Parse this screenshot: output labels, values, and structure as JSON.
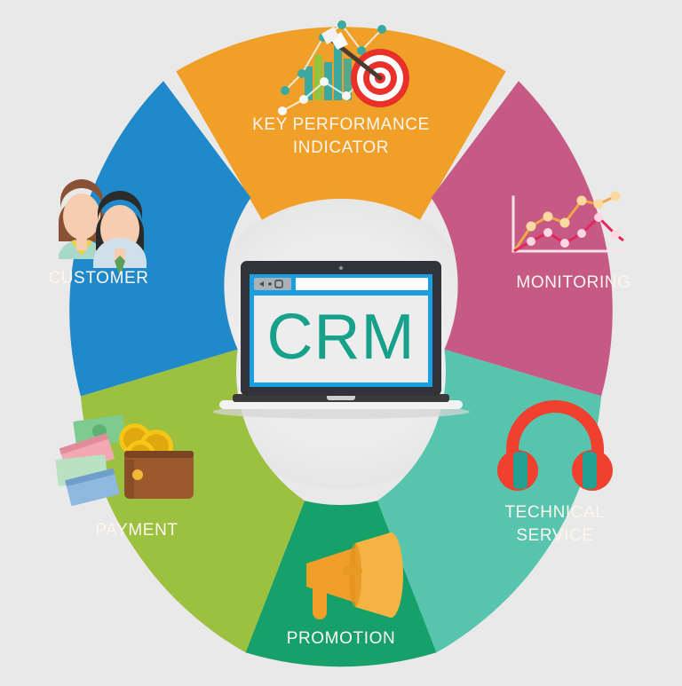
{
  "diagram": {
    "title": "CRM",
    "center": {
      "device": "laptop",
      "screen_text": "CRM",
      "screen_text_color": "#17a08a",
      "browser_chrome_color": "#1b9ede",
      "toolbar_icons": [
        "back-arrow-icon",
        "dot-icon",
        "refresh-icon"
      ]
    },
    "background_color": "#e9e9e9",
    "inner_circle_color": "#ececec",
    "label_color": "#fdf6ef",
    "segments": [
      {
        "id": "key-performance-indicator",
        "label_lines": [
          "KEY PERFORMANCE",
          "INDICATOR"
        ],
        "color": "#f0a028",
        "icon": "target-dartboard-with-arrow-and-bar-chart-icon",
        "icon_colors": {
          "target_red": "#e8312a",
          "target_white": "#ffffff",
          "bars_teal": "#3aa9a0",
          "bars_green": "#8cc63f",
          "line_dots": "#f4f4f4",
          "arrow_shaft": "#4a3c33"
        }
      },
      {
        "id": "monitoring",
        "label_lines": [
          "MONITORING"
        ],
        "color": "#c65a85",
        "icon": "line-chart-icon",
        "icon_colors": {
          "axis": "#f6e3ea",
          "series_1": "#f0a94a",
          "series_1_marker": "#fcd9a0",
          "series_2": "#e0275f",
          "series_2_marker": "#ffd6e2"
        }
      },
      {
        "id": "technical-service",
        "label_lines": [
          "TECHNICAL",
          "SERVICE"
        ],
        "color": "#57c4ae",
        "icon": "headphones-icon",
        "icon_colors": {
          "band": "#f0402e",
          "cup_outer": "#f0402e",
          "cup_pad": "#22a192"
        }
      },
      {
        "id": "promotion",
        "label_lines": [
          "PROMOTION"
        ],
        "color": "#17a06a",
        "icon": "megaphone-icon",
        "icon_colors": {
          "horn": "#f0a028",
          "horn_light": "#f5b344",
          "horn_shade": "#e08f1c"
        }
      },
      {
        "id": "payment",
        "label_lines": [
          "PAYMENT"
        ],
        "color": "#9cc03f",
        "icon": "wallet-with-money-and-coins-icon",
        "icon_colors": {
          "wallet": "#9a5a2c",
          "wallet_dark": "#7c4522",
          "coin": "#f5c518",
          "coin_dark": "#e0a80e",
          "bill_green": "#7ecb8f",
          "bill_pink": "#f2a9b4",
          "bill_blue": "#8fb8e0"
        }
      },
      {
        "id": "customer",
        "label_lines": [
          "CUSTOMER"
        ],
        "color": "#2089c9",
        "icon": "two-people-icon",
        "icon_colors": {
          "hair_woman": "#8a5234",
          "hair_man": "#2b2b2b",
          "skin": "#f6cdb0",
          "shirt_woman": "#a8d8c8",
          "shirt_woman_trim": "#f2d33c",
          "shirt_man": "#cfe0ea",
          "tie_man": "#5aa05a"
        }
      }
    ]
  }
}
